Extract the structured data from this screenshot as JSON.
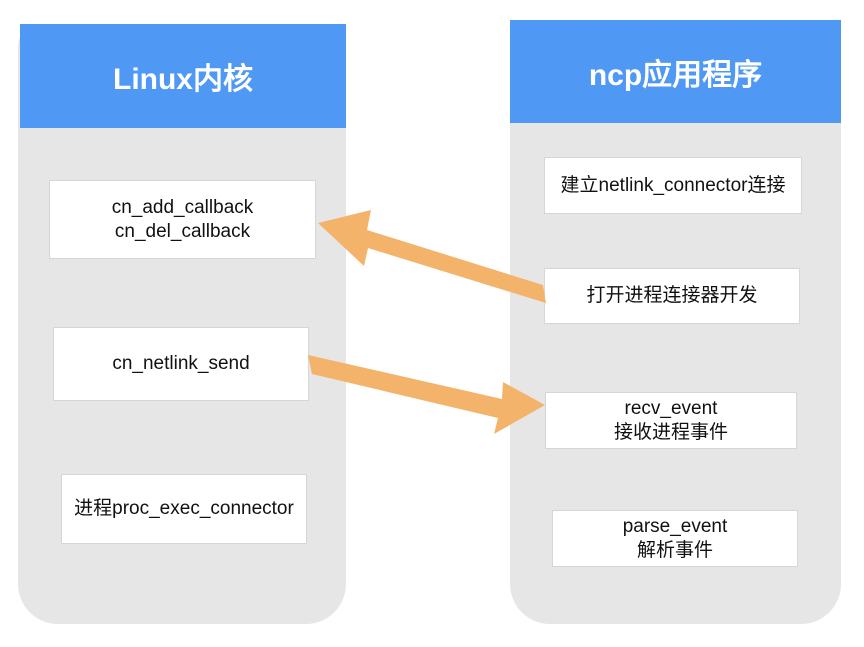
{
  "left_panel": {
    "title": "Linux内核",
    "boxes": [
      {
        "line1": "cn_add_callback",
        "line2": "cn_del_callback"
      },
      {
        "line1": "cn_netlink_send"
      },
      {
        "line1": "进程proc_exec_connector"
      }
    ]
  },
  "right_panel": {
    "title": "ncp应用程序",
    "boxes": [
      {
        "line1": "建立netlink_connector连接"
      },
      {
        "line1": "打开进程连接器开发"
      },
      {
        "line1": "recv_event",
        "line2": "接收进程事件"
      },
      {
        "line1": "parse_event",
        "line2": "解析事件"
      }
    ]
  },
  "colors": {
    "header_blue": "#4f98f4",
    "panel_gray": "#e6e6e6",
    "arrow_orange": "#f4b36b"
  }
}
